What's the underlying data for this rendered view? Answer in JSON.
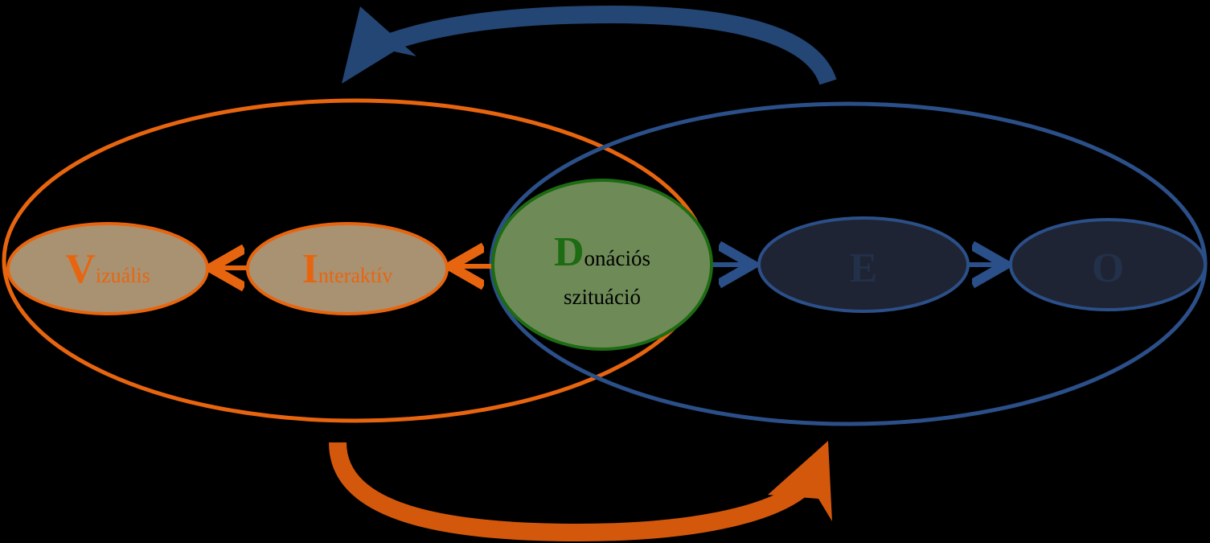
{
  "colors": {
    "background": "#000000",
    "orange": "#E8650F",
    "orange_dark": "#D4580C",
    "blue": "#2B4F88",
    "blue_dark": "#234675",
    "green": "#1D6B12",
    "green_fill": "#6E8B57",
    "tan_fill": "#A99272",
    "navy_fill": "#1E2433",
    "navy_text": "#22304A"
  },
  "nodes": {
    "vizualis": {
      "initial": "V",
      "rest": "izuális"
    },
    "interaktiv": {
      "initial": "I",
      "rest": "nteraktív"
    },
    "donacios": {
      "initial": "D",
      "line1_rest": "onációs",
      "line2": "szituáció"
    },
    "e_node": {
      "initial": "E",
      "rest": ""
    },
    "o_node": {
      "initial": "O",
      "rest": ""
    }
  }
}
